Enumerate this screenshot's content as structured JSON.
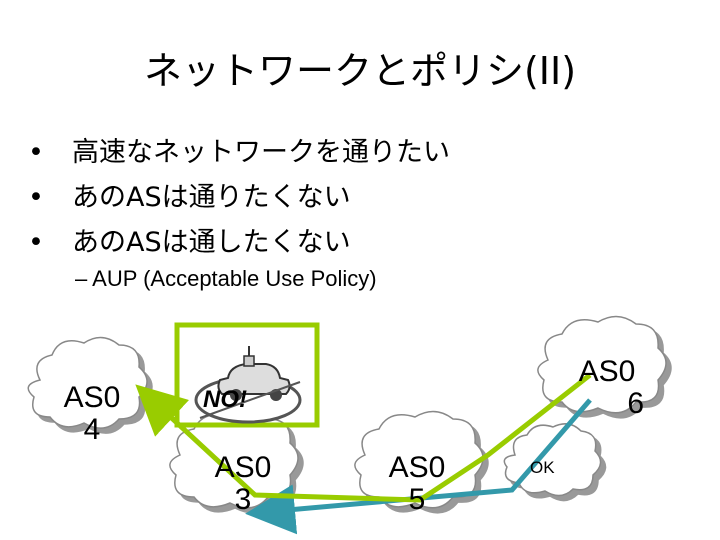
{
  "slide": {
    "title": "ネットワークとポリシ(II)",
    "bullets": [
      "高速なネットワークを通りたい",
      "あのASは通りたくない",
      "あのASは通したくない"
    ],
    "sub_bullet": "AUP (Acceptable Use Policy)"
  },
  "diagram": {
    "nodes": [
      {
        "id": "as04",
        "label_line1": "AS0",
        "label_line2": "4"
      },
      {
        "id": "as03",
        "label_line1": "AS0",
        "label_line2": "3"
      },
      {
        "id": "as05",
        "label_line1": "AS0",
        "label_line2": "5"
      },
      {
        "id": "as06",
        "label_line1": "AS0",
        "label_line2": "6"
      }
    ],
    "ok_label": "OK",
    "no_sign_text": "NO!",
    "colors": {
      "green_path": "#99cc00",
      "teal_path": "#3399aa",
      "cloud_fill": "#ffffff",
      "cloud_shadow": "#aaaaaa"
    }
  }
}
